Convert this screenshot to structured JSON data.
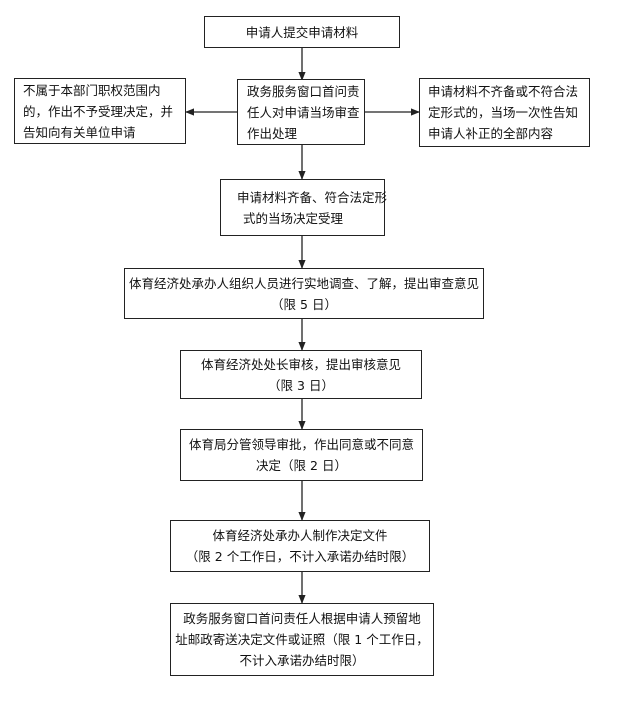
{
  "flowchart": {
    "start": [
      "申请人提交申请材料"
    ],
    "review": [
      "政务服务窗口首问责",
      "任人对申请当场审查",
      "作出处理"
    ],
    "reject": [
      "不属于本部门职权范围内",
      "的，作出不予受理决定，并",
      "告知向有关单位申请"
    ],
    "supplement": [
      "申请材料不齐备或不符合法",
      "定形式的，当场一次性告知",
      "申请人补正的全部内容"
    ],
    "accept": [
      "申请材料齐备、符合法定形",
      "式的当场决定受理"
    ],
    "survey": [
      "体育经济处承办人组织人员进行实地调查、了解，提出审查意见",
      "（限 5 日）"
    ],
    "chief_review": [
      "体育经济处处长审核，提出审核意见",
      "（限 3 日）"
    ],
    "approval": [
      "体育局分管领导审批，作出同意或不同意",
      "决定（限 2 日）"
    ],
    "document": [
      "体育经济处承办人制作决定文件",
      "（限 2 个工作日，不计入承诺办结时限）"
    ],
    "delivery": [
      "政务服务窗口首问责任人根据申请人预留地",
      "址邮政寄送决定文件或证照（限 1 个工作日，",
      "不计入承诺办结时限）"
    ]
  }
}
